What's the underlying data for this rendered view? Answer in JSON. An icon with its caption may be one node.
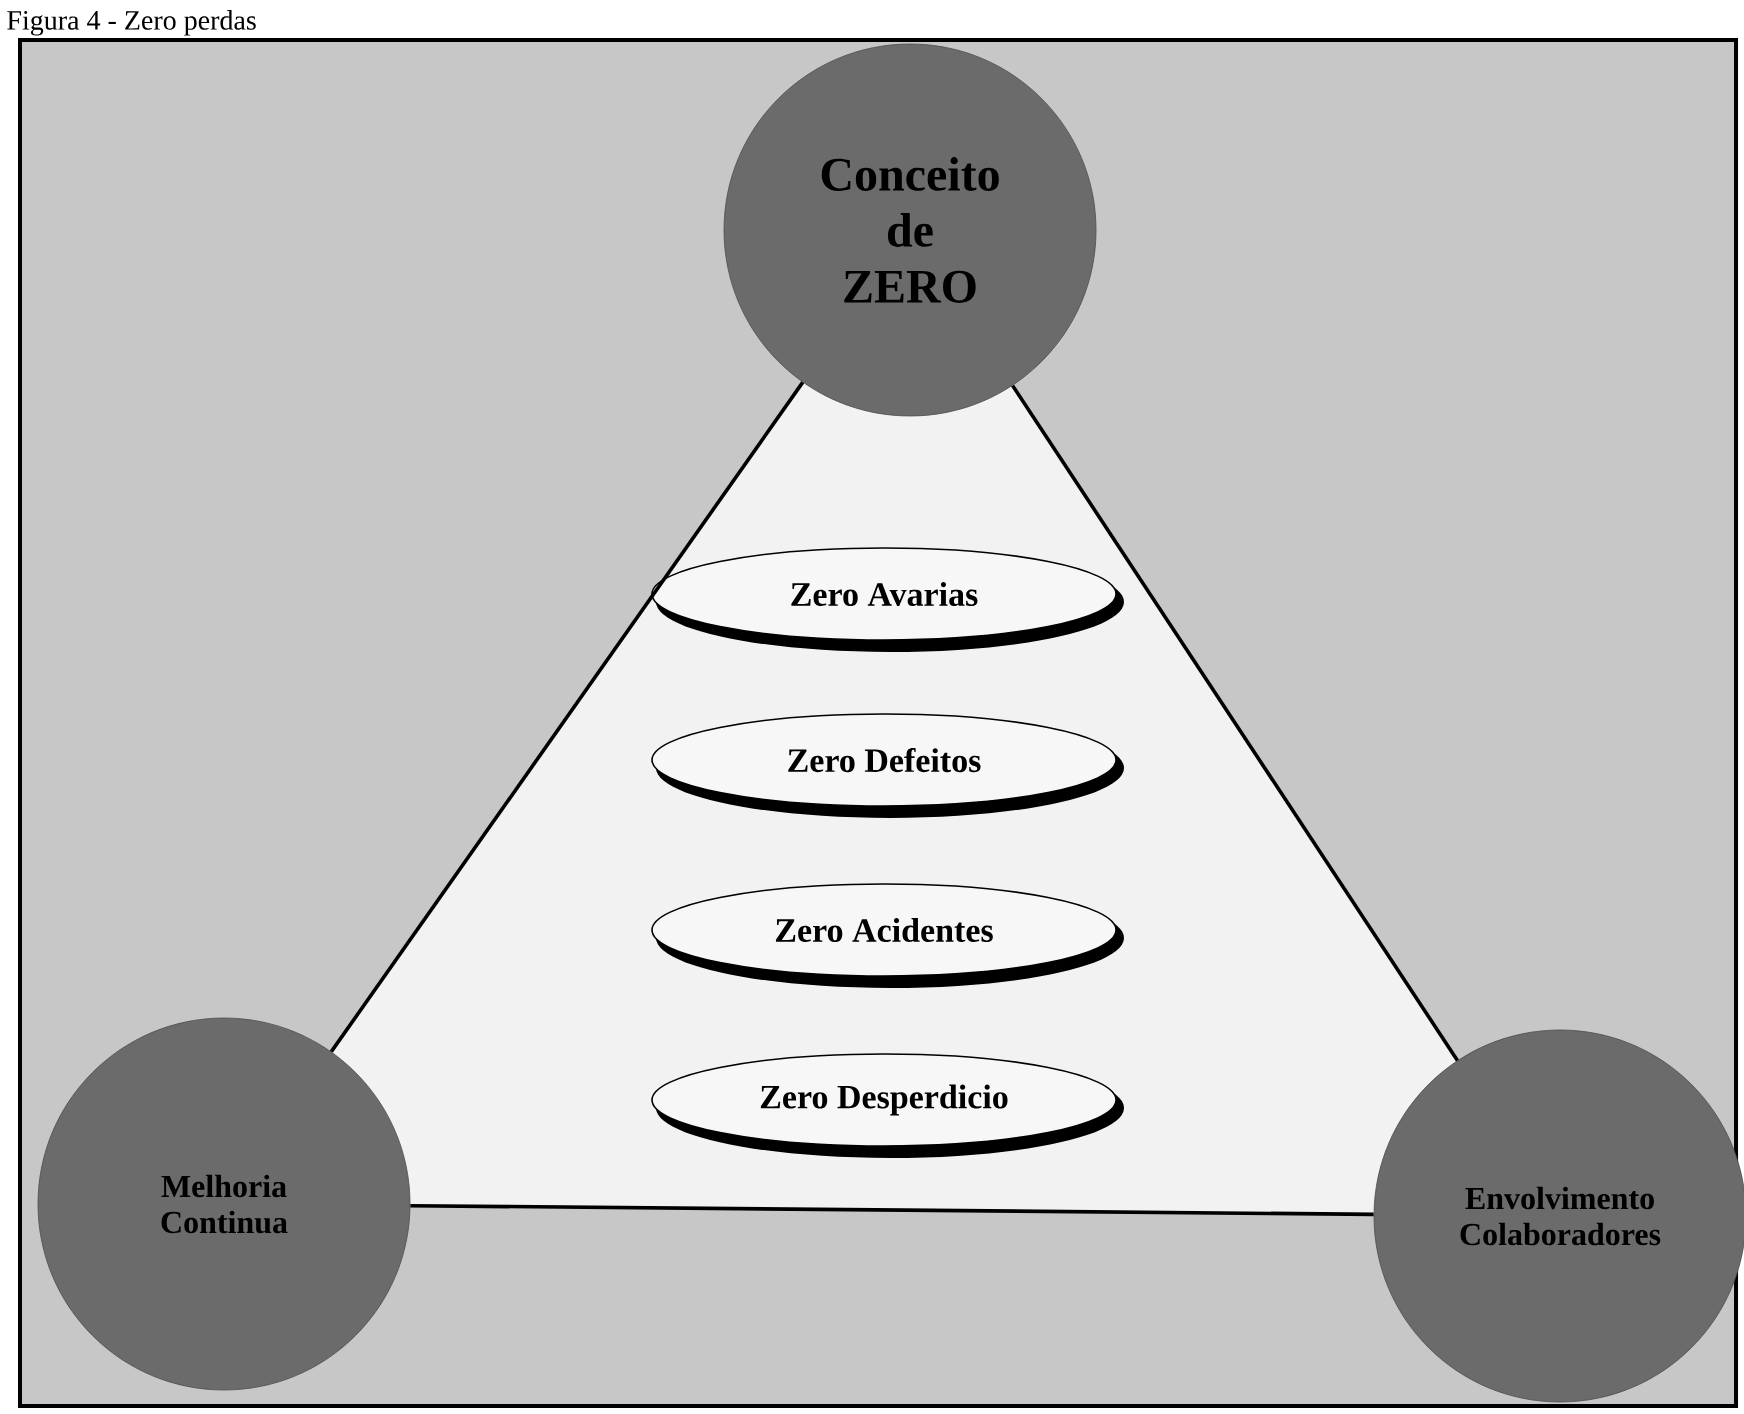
{
  "diagram": {
    "title": "Figura 4 - Zero perdas",
    "nodes": [
      {
        "text": [
          "Conceito de ZERO"
        ]
      },
      {
        "text": [
          "Melhoria Continua"
        ]
      },
      {
        "text": [
          "Envolvimento Colaboradores"
        ]
      },
      {
        "text": [
          "Zero Avarias"
        ]
      },
      {
        "text": [
          "Zero Defeitos"
        ]
      },
      {
        "text": [
          "Zero Acidentes"
        ]
      },
      {
        "text": [
          "Zero Desperdicio"
        ]
      }
    ],
    "edges": [
      {
        "from": 0,
        "to": 1,
        "arrow": "none"
      },
      {
        "from": 1,
        "to": 2,
        "arrow": "none"
      },
      {
        "from": 2,
        "to": 0,
        "arrow": "none"
      }
    ]
  }
}
